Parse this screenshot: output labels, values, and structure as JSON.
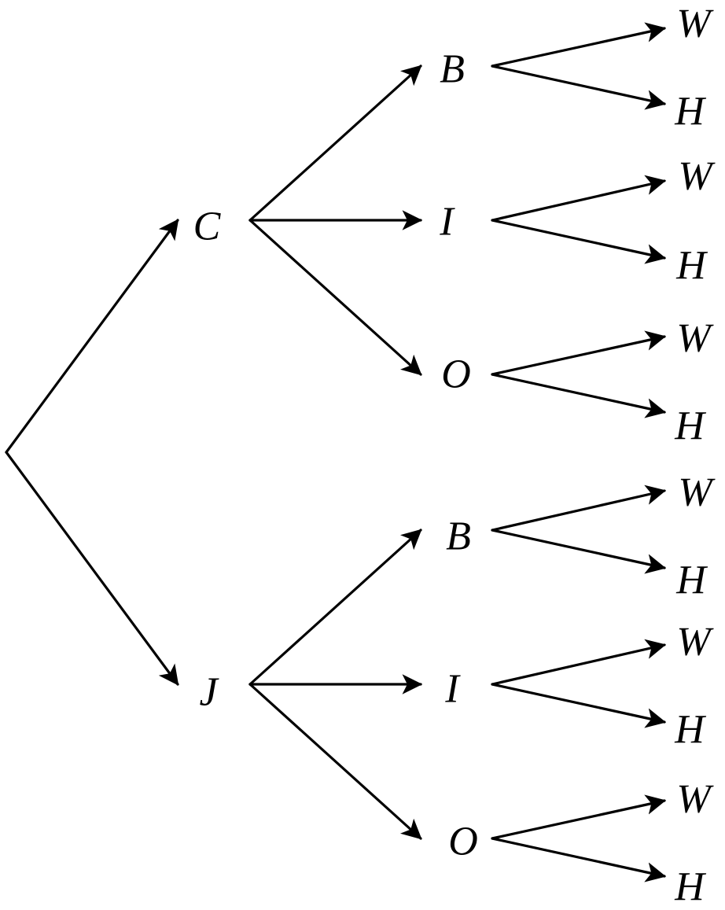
{
  "diagram": {
    "type": "tree",
    "nodes": [
      {
        "id": "root",
        "label": ""
      },
      {
        "id": "c",
        "label": "C"
      },
      {
        "id": "j",
        "label": "J"
      },
      {
        "id": "c-b",
        "label": "B"
      },
      {
        "id": "c-i",
        "label": "I"
      },
      {
        "id": "c-o",
        "label": "O"
      },
      {
        "id": "j-b",
        "label": "B"
      },
      {
        "id": "j-i",
        "label": "I"
      },
      {
        "id": "j-o",
        "label": "O"
      },
      {
        "id": "c-b-w",
        "label": "W"
      },
      {
        "id": "c-b-h",
        "label": "H"
      },
      {
        "id": "c-i-w",
        "label": "W"
      },
      {
        "id": "c-i-h",
        "label": "H"
      },
      {
        "id": "c-o-w",
        "label": "W"
      },
      {
        "id": "c-o-h",
        "label": "H"
      },
      {
        "id": "j-b-w",
        "label": "W"
      },
      {
        "id": "j-b-h",
        "label": "H"
      },
      {
        "id": "j-i-w",
        "label": "W"
      },
      {
        "id": "j-i-h",
        "label": "H"
      },
      {
        "id": "j-o-w",
        "label": "W"
      },
      {
        "id": "j-o-h",
        "label": "H"
      }
    ],
    "edges": [
      {
        "from": "root",
        "to": "c"
      },
      {
        "from": "root",
        "to": "j"
      },
      {
        "from": "c",
        "to": "c-b"
      },
      {
        "from": "c",
        "to": "c-i"
      },
      {
        "from": "c",
        "to": "c-o"
      },
      {
        "from": "j",
        "to": "j-b"
      },
      {
        "from": "j",
        "to": "j-i"
      },
      {
        "from": "j",
        "to": "j-o"
      },
      {
        "from": "c-b",
        "to": "c-b-w"
      },
      {
        "from": "c-b",
        "to": "c-b-h"
      },
      {
        "from": "c-i",
        "to": "c-i-w"
      },
      {
        "from": "c-i",
        "to": "c-i-h"
      },
      {
        "from": "c-o",
        "to": "c-o-w"
      },
      {
        "from": "c-o",
        "to": "c-o-h"
      },
      {
        "from": "j-b",
        "to": "j-b-w"
      },
      {
        "from": "j-b",
        "to": "j-b-h"
      },
      {
        "from": "j-i",
        "to": "j-i-w"
      },
      {
        "from": "j-i",
        "to": "j-i-h"
      },
      {
        "from": "j-o",
        "to": "j-o-w"
      },
      {
        "from": "j-o",
        "to": "j-o-h"
      }
    ]
  }
}
